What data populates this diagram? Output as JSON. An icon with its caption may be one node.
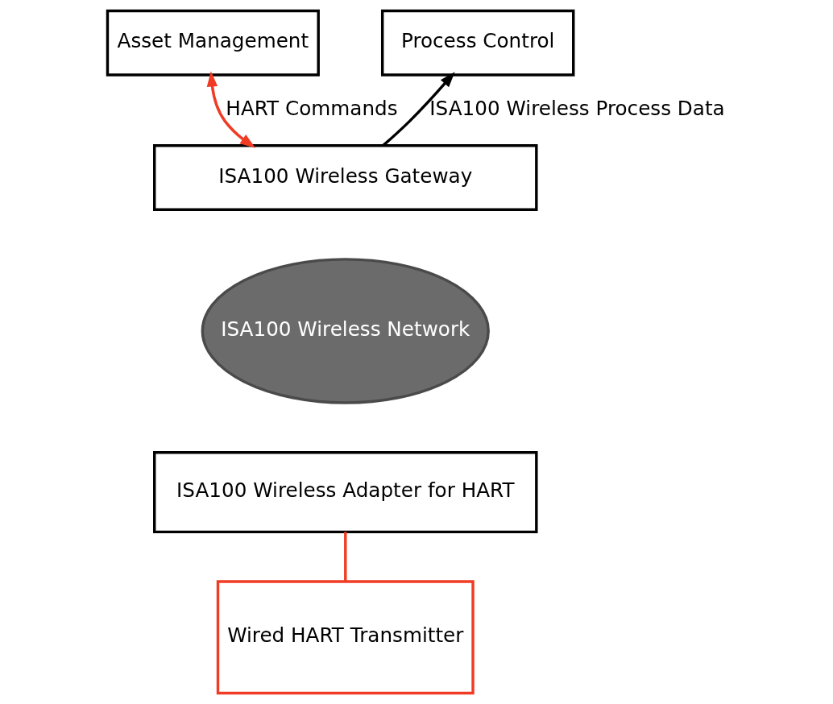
{
  "diagram": {
    "nodes": [
      {
        "text": [
          "Asset Management"
        ]
      },
      {
        "text": [
          "Process Control"
        ]
      },
      {
        "text": [
          "ISA100 Wireless Gateway"
        ]
      },
      {
        "text": [
          "ISA100 Wireless Network"
        ]
      },
      {
        "text": [
          "ISA100 Wireless Adapter for HART"
        ]
      },
      {
        "text": [
          "Wired HART Transmitter"
        ]
      }
    ],
    "edges": [
      {
        "from": 0,
        "to": 2,
        "arrow": "both",
        "label": "HART Commands",
        "color": "#f03c24"
      },
      {
        "from": 2,
        "to": 1,
        "arrow": "to",
        "label": "ISA100 Wireless Process Data",
        "color": "#000000"
      },
      {
        "from": 4,
        "to": 5,
        "arrow": "none",
        "color": "#f03c24"
      }
    ]
  }
}
